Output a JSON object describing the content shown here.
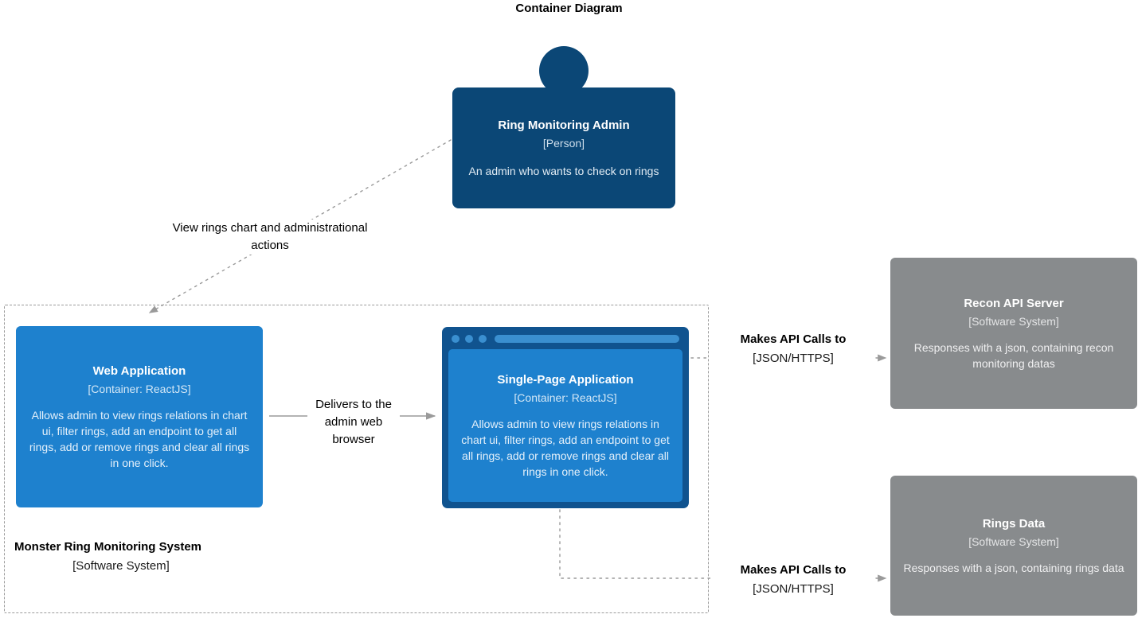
{
  "diagram": {
    "title": "Container Diagram",
    "colors": {
      "person": "#0B4776",
      "container": "#1E81CE",
      "container_frame": "#10538F",
      "external_system": "#888B8D",
      "boundary_border": "#9a9a9a",
      "relationship": "#9a9a9a",
      "background": "#ffffff"
    }
  },
  "boundary": {
    "name": "Monster Ring Monitoring System",
    "type": "[Software System]"
  },
  "nodes": {
    "person": {
      "name": "Ring Monitoring Admin",
      "type": "[Person]",
      "description": "An admin who wants to check on rings"
    },
    "webapp": {
      "name": "Web Application",
      "type": "[Container: ReactJS]",
      "description": "Allows admin to view rings relations in chart ui, filter rings, add an endpoint to get all rings, add or remove rings and clear all rings in one click."
    },
    "spa": {
      "name": "Single-Page Application",
      "type": "[Container: ReactJS]",
      "description": "Allows admin to view rings relations in chart ui, filter rings, add an endpoint to get all rings, add or remove rings and clear all rings in one click."
    },
    "recon_api": {
      "name": "Recon API Server",
      "type": "[Software System]",
      "description": "Responses with a json, containing recon monitoring datas"
    },
    "rings_data": {
      "name": "Rings Data",
      "type": "[Software System]",
      "description": "Responses with a json, containing rings data"
    }
  },
  "relationships": {
    "view_rings": {
      "description": "View rings chart and administrational actions",
      "technology": ""
    },
    "delivers": {
      "description": "Delivers to the admin web browser",
      "technology": ""
    },
    "recon_calls": {
      "description": "Makes API Calls to",
      "technology": "[JSON/HTTPS]"
    },
    "rings_calls": {
      "description": "Makes API Calls to",
      "technology": "[JSON/HTTPS]"
    }
  }
}
